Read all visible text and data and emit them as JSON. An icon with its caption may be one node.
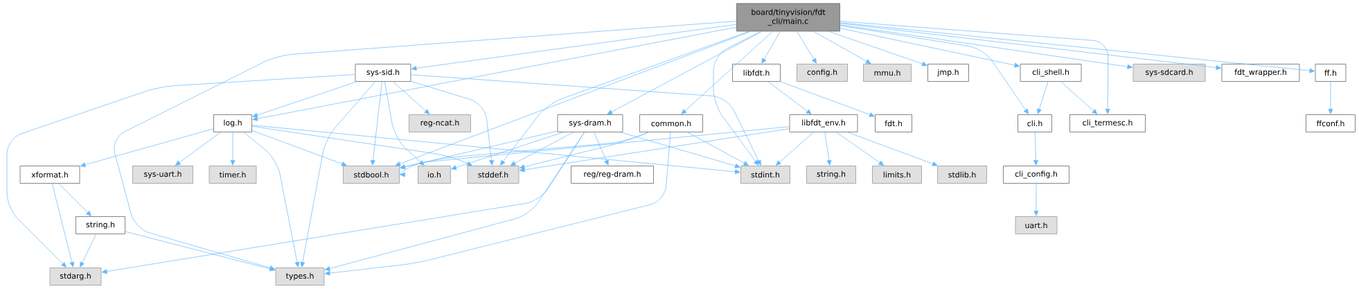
{
  "diagram": {
    "nodes": [
      {
        "text": [
          "board/tinyvision/fdt _cli/main.c"
        ]
      },
      {
        "text": [
          "sys-sid.h"
        ]
      },
      {
        "text": [
          "libfdt.h"
        ]
      },
      {
        "text": [
          "config.h"
        ]
      },
      {
        "text": [
          "mmu.h"
        ]
      },
      {
        "text": [
          "jmp.h"
        ]
      },
      {
        "text": [
          "cli_shell.h"
        ]
      },
      {
        "text": [
          "sys-sdcard.h"
        ]
      },
      {
        "text": [
          "fdt_wrapper.h"
        ]
      },
      {
        "text": [
          "ff.h"
        ]
      },
      {
        "text": [
          "log.h"
        ]
      },
      {
        "text": [
          "reg-ncat.h"
        ]
      },
      {
        "text": [
          "sys-dram.h"
        ]
      },
      {
        "text": [
          "common.h"
        ]
      },
      {
        "text": [
          "libfdt_env.h"
        ]
      },
      {
        "text": [
          "fdt.h"
        ]
      },
      {
        "text": [
          "cli.h"
        ]
      },
      {
        "text": [
          "cli_termesc.h"
        ]
      },
      {
        "text": [
          "ffconf.h"
        ]
      },
      {
        "text": [
          "xformat.h"
        ]
      },
      {
        "text": [
          "sys-uart.h"
        ]
      },
      {
        "text": [
          "timer.h"
        ]
      },
      {
        "text": [
          "stdbool.h"
        ]
      },
      {
        "text": [
          "io.h"
        ]
      },
      {
        "text": [
          "stddef.h"
        ]
      },
      {
        "text": [
          "reg/reg-dram.h"
        ]
      },
      {
        "text": [
          "stdint.h"
        ]
      },
      {
        "text": [
          "string.h"
        ]
      },
      {
        "text": [
          "limits.h"
        ]
      },
      {
        "text": [
          "stdlib.h"
        ]
      },
      {
        "text": [
          "cli_config.h"
        ]
      },
      {
        "text": [
          "string.h"
        ]
      },
      {
        "text": [
          "uart.h"
        ]
      },
      {
        "text": [
          "stdarg.h"
        ]
      },
      {
        "text": [
          "types.h"
        ]
      }
    ],
    "edges": [
      {
        "from": 0,
        "to": 1,
        "arrow": "to"
      },
      {
        "from": 0,
        "to": 2,
        "arrow": "to"
      },
      {
        "from": 0,
        "to": 3,
        "arrow": "to"
      },
      {
        "from": 0,
        "to": 4,
        "arrow": "to"
      },
      {
        "from": 0,
        "to": 5,
        "arrow": "to"
      },
      {
        "from": 0,
        "to": 6,
        "arrow": "to"
      },
      {
        "from": 0,
        "to": 7,
        "arrow": "to"
      },
      {
        "from": 0,
        "to": 8,
        "arrow": "to"
      },
      {
        "from": 0,
        "to": 9,
        "arrow": "to"
      },
      {
        "from": 0,
        "to": 10,
        "arrow": "to"
      },
      {
        "from": 0,
        "to": 12,
        "arrow": "to"
      },
      {
        "from": 0,
        "to": 13,
        "arrow": "to"
      },
      {
        "from": 0,
        "to": 16,
        "arrow": "to"
      },
      {
        "from": 0,
        "to": 17,
        "arrow": "to"
      },
      {
        "from": 0,
        "to": 22,
        "arrow": "to"
      },
      {
        "from": 0,
        "to": 24,
        "arrow": "to"
      },
      {
        "from": 0,
        "to": 26,
        "arrow": "to"
      },
      {
        "from": 0,
        "to": 34,
        "arrow": "to"
      },
      {
        "from": 1,
        "to": 10,
        "arrow": "to"
      },
      {
        "from": 1,
        "to": 11,
        "arrow": "to"
      },
      {
        "from": 1,
        "to": 33,
        "arrow": "to"
      },
      {
        "from": 1,
        "to": 22,
        "arrow": "to"
      },
      {
        "from": 1,
        "to": 23,
        "arrow": "to"
      },
      {
        "from": 1,
        "to": 24,
        "arrow": "to"
      },
      {
        "from": 1,
        "to": 26,
        "arrow": "to"
      },
      {
        "from": 1,
        "to": 34,
        "arrow": "to"
      },
      {
        "from": 10,
        "to": 19,
        "arrow": "to"
      },
      {
        "from": 10,
        "to": 20,
        "arrow": "to"
      },
      {
        "from": 10,
        "to": 21,
        "arrow": "to"
      },
      {
        "from": 10,
        "to": 34,
        "arrow": "to"
      },
      {
        "from": 10,
        "to": 22,
        "arrow": "to"
      },
      {
        "from": 10,
        "to": 24,
        "arrow": "to"
      },
      {
        "from": 10,
        "to": 26,
        "arrow": "to"
      },
      {
        "from": 19,
        "to": 33,
        "arrow": "to"
      },
      {
        "from": 19,
        "to": 31,
        "arrow": "to"
      },
      {
        "from": 31,
        "to": 33,
        "arrow": "to"
      },
      {
        "from": 31,
        "to": 34,
        "arrow": "to"
      },
      {
        "from": 12,
        "to": 22,
        "arrow": "to"
      },
      {
        "from": 12,
        "to": 23,
        "arrow": "to"
      },
      {
        "from": 12,
        "to": 24,
        "arrow": "to"
      },
      {
        "from": 12,
        "to": 25,
        "arrow": "to"
      },
      {
        "from": 12,
        "to": 26,
        "arrow": "to"
      },
      {
        "from": 12,
        "to": 33,
        "arrow": "to"
      },
      {
        "from": 12,
        "to": 34,
        "arrow": "to"
      },
      {
        "from": 13,
        "to": 22,
        "arrow": "to"
      },
      {
        "from": 13,
        "to": 24,
        "arrow": "to"
      },
      {
        "from": 13,
        "to": 26,
        "arrow": "to"
      },
      {
        "from": 13,
        "to": 34,
        "arrow": "to"
      },
      {
        "from": 2,
        "to": 14,
        "arrow": "to"
      },
      {
        "from": 2,
        "to": 15,
        "arrow": "to"
      },
      {
        "from": 14,
        "to": 22,
        "arrow": "to"
      },
      {
        "from": 14,
        "to": 24,
        "arrow": "to"
      },
      {
        "from": 14,
        "to": 26,
        "arrow": "to"
      },
      {
        "from": 14,
        "to": 27,
        "arrow": "to"
      },
      {
        "from": 14,
        "to": 28,
        "arrow": "to"
      },
      {
        "from": 14,
        "to": 29,
        "arrow": "to"
      },
      {
        "from": 6,
        "to": 16,
        "arrow": "to"
      },
      {
        "from": 6,
        "to": 17,
        "arrow": "to"
      },
      {
        "from": 16,
        "to": 30,
        "arrow": "to"
      },
      {
        "from": 30,
        "to": 32,
        "arrow": "to"
      },
      {
        "from": 9,
        "to": 18,
        "arrow": "to"
      }
    ]
  }
}
